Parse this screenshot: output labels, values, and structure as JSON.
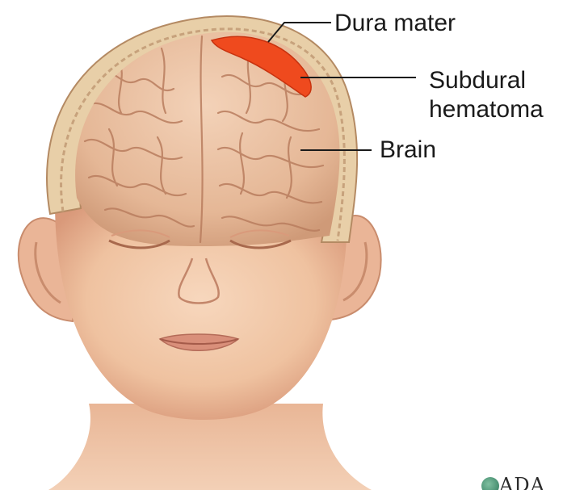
{
  "labels": {
    "dura_mater": "Dura mater",
    "subdural_hematoma": [
      "Subdural",
      "hematoma"
    ],
    "brain": "Brain"
  },
  "logo_text": "ADA",
  "colors": {
    "skin": "#f2c9a8",
    "skin_shadow": "#d89e7c",
    "brain": "#ebc3a6",
    "brain_fold": "#b97d5e",
    "skull": "#e7cca5",
    "hematoma": "#ef4a1e",
    "leader_line": "#1a1a1a"
  }
}
